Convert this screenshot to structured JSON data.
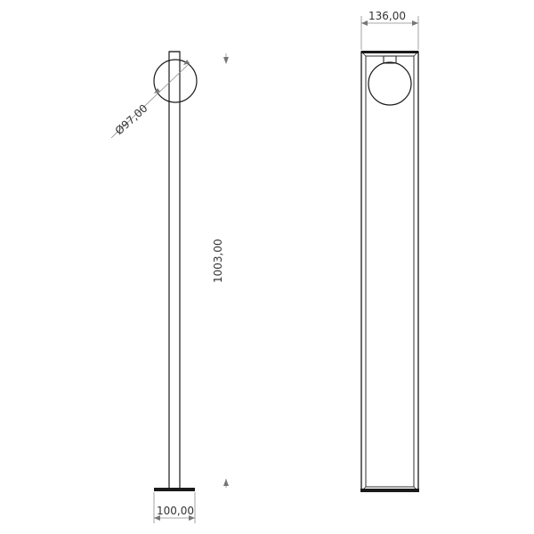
{
  "dimensions": {
    "globe_diameter": "Ø97,00",
    "total_height": "1003,00",
    "base_width": "100,00",
    "front_width": "136,00"
  },
  "colors": {
    "line": "#1a1a1a",
    "dimension_line": "#8c8c8c",
    "background": "#ffffff"
  }
}
